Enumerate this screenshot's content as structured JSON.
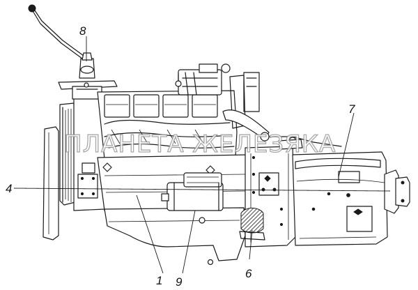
{
  "callouts": {
    "c1": "1",
    "c4": "4",
    "c6": "6",
    "c7": "7",
    "c8": "8",
    "c9": "9"
  },
  "watermark": "ПЛАНЕТА ЖЕЛЕЗЯКА",
  "colors": {
    "line": "#1a1a1a",
    "background": "#ffffff",
    "watermark_stroke": "#9a9a9a"
  }
}
